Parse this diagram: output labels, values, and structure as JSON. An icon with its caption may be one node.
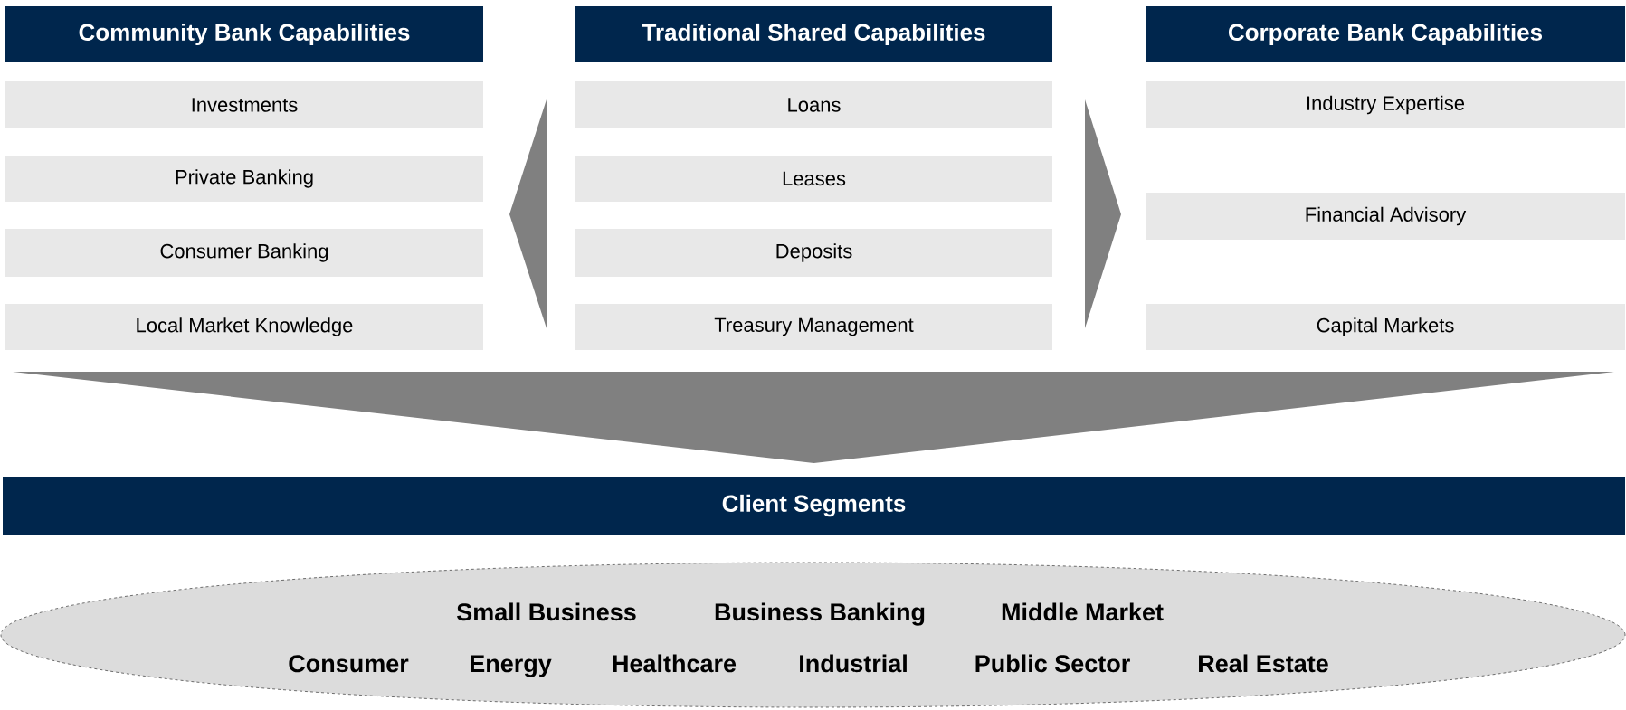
{
  "diagram": {
    "nodes": [
      {
        "text": [
          "Community Bank Capabilities"
        ]
      },
      {
        "text": [
          "Investments"
        ]
      },
      {
        "text": [
          "Private Banking"
        ]
      },
      {
        "text": [
          "Consumer Banking"
        ]
      },
      {
        "text": [
          "Local Market Knowledge"
        ]
      },
      {
        "text": [
          "Traditional Shared Capabilities"
        ]
      },
      {
        "text": [
          "Loans"
        ]
      },
      {
        "text": [
          "Leases"
        ]
      },
      {
        "text": [
          "Deposits"
        ]
      },
      {
        "text": [
          "Treasury Management"
        ]
      },
      {
        "text": [
          "Corporate Bank Capabilities"
        ]
      },
      {
        "text": [
          "Industry Expertise"
        ]
      },
      {
        "text": [
          "Financial Advisory"
        ]
      },
      {
        "text": [
          "Capital Markets"
        ]
      },
      {
        "text": [
          "Client Segments"
        ]
      },
      {
        "text": [
          "Small Business",
          "Business Banking",
          "Middle Market",
          "Consumer",
          "Energy",
          "Healthcare",
          "Industrial",
          "Public Sector",
          "Real Estate"
        ]
      }
    ],
    "edges": [
      {
        "from": 5,
        "to": 0,
        "arrow": "to"
      },
      {
        "from": 5,
        "to": 10,
        "arrow": "to"
      },
      {
        "from": 9,
        "to": 14,
        "arrow": "to"
      }
    ]
  }
}
